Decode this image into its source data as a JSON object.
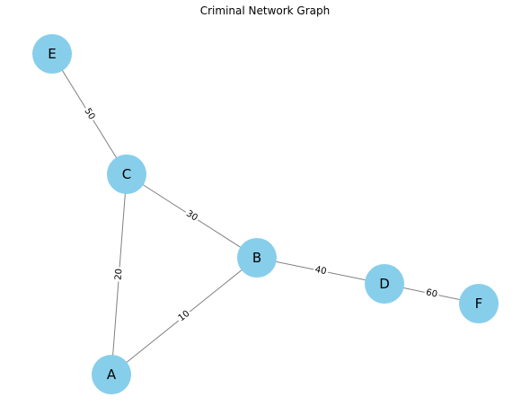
{
  "title": "Criminal Network Graph",
  "style": {
    "node_color": "#87ceeb",
    "edge_color": "#808080",
    "label_color": "#000000",
    "background": "#ffffff"
  },
  "nodes": [
    {
      "id": "E",
      "label": "E"
    },
    {
      "id": "C",
      "label": "C"
    },
    {
      "id": "B",
      "label": "B"
    },
    {
      "id": "D",
      "label": "D"
    },
    {
      "id": "F",
      "label": "F"
    },
    {
      "id": "A",
      "label": "A"
    }
  ],
  "edges": [
    {
      "source": "E",
      "target": "C",
      "label": "50"
    },
    {
      "source": "C",
      "target": "B",
      "label": "30"
    },
    {
      "source": "C",
      "target": "A",
      "label": "20"
    },
    {
      "source": "B",
      "target": "A",
      "label": "10"
    },
    {
      "source": "B",
      "target": "D",
      "label": "40"
    },
    {
      "source": "D",
      "target": "F",
      "label": "60"
    }
  ]
}
